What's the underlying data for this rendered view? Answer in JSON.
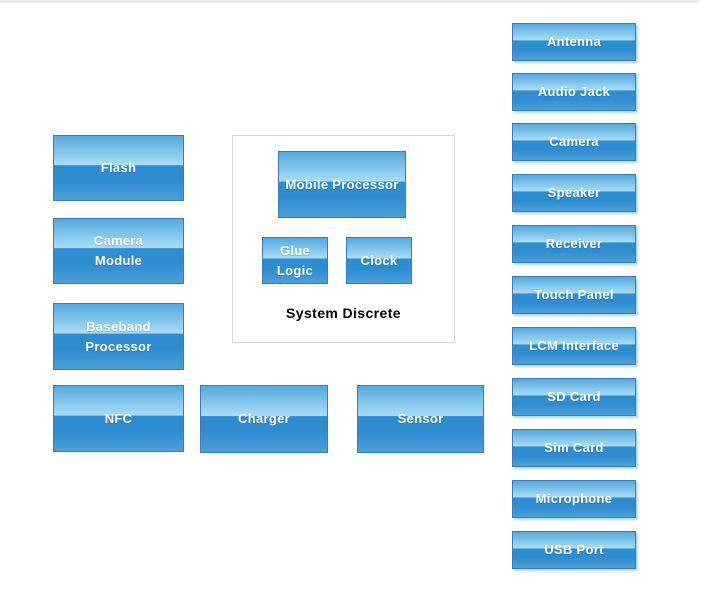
{
  "page": {
    "background": "#FFFFFF",
    "top_strip_color": "#EBEBEB"
  },
  "colors": {
    "box_border": "#3A7CB8",
    "box_gradient_top": "#54AADE",
    "box_gradient_light": "#A9DCF5",
    "box_gradient_dark": "#2E8CD0",
    "box_gradient_bottom": "#4CA0D8",
    "box_text": "#FFFFFF",
    "caption_text": "#000000",
    "group_border": "#D7D7D7",
    "right_column_shadow": "#A3D1F2"
  },
  "diagram": {
    "left_column": [
      {
        "id": "flash",
        "label": "Flash"
      },
      {
        "id": "camera-module",
        "label": "Camera\nModule"
      },
      {
        "id": "baseband-processor",
        "label": "Baseband\nProcessor"
      },
      {
        "id": "nfc",
        "label": "NFC"
      }
    ],
    "center_group": {
      "caption": "System Discrete",
      "boxes": [
        {
          "id": "mobile-processor",
          "label": "Mobile Processor"
        },
        {
          "id": "glue-logic",
          "label": "Glue\nLogic"
        },
        {
          "id": "clock",
          "label": "Clock"
        }
      ]
    },
    "bottom_row": [
      {
        "id": "charger",
        "label": "Charger"
      },
      {
        "id": "sensor",
        "label": "Sensor"
      }
    ],
    "right_column": [
      {
        "id": "antenna",
        "label": "Antenna"
      },
      {
        "id": "audio-jack",
        "label": "Audio Jack"
      },
      {
        "id": "camera",
        "label": "Camera"
      },
      {
        "id": "speaker",
        "label": "Speaker"
      },
      {
        "id": "receiver",
        "label": "Receiver"
      },
      {
        "id": "touch-panel",
        "label": "Touch Panel"
      },
      {
        "id": "lcm-interface",
        "label": "LCM Interface"
      },
      {
        "id": "sd-card",
        "label": "SD Card"
      },
      {
        "id": "sim-card",
        "label": "Sim Card"
      },
      {
        "id": "microphone",
        "label": "Microphone"
      },
      {
        "id": "usb-port",
        "label": "USB Port"
      }
    ]
  }
}
